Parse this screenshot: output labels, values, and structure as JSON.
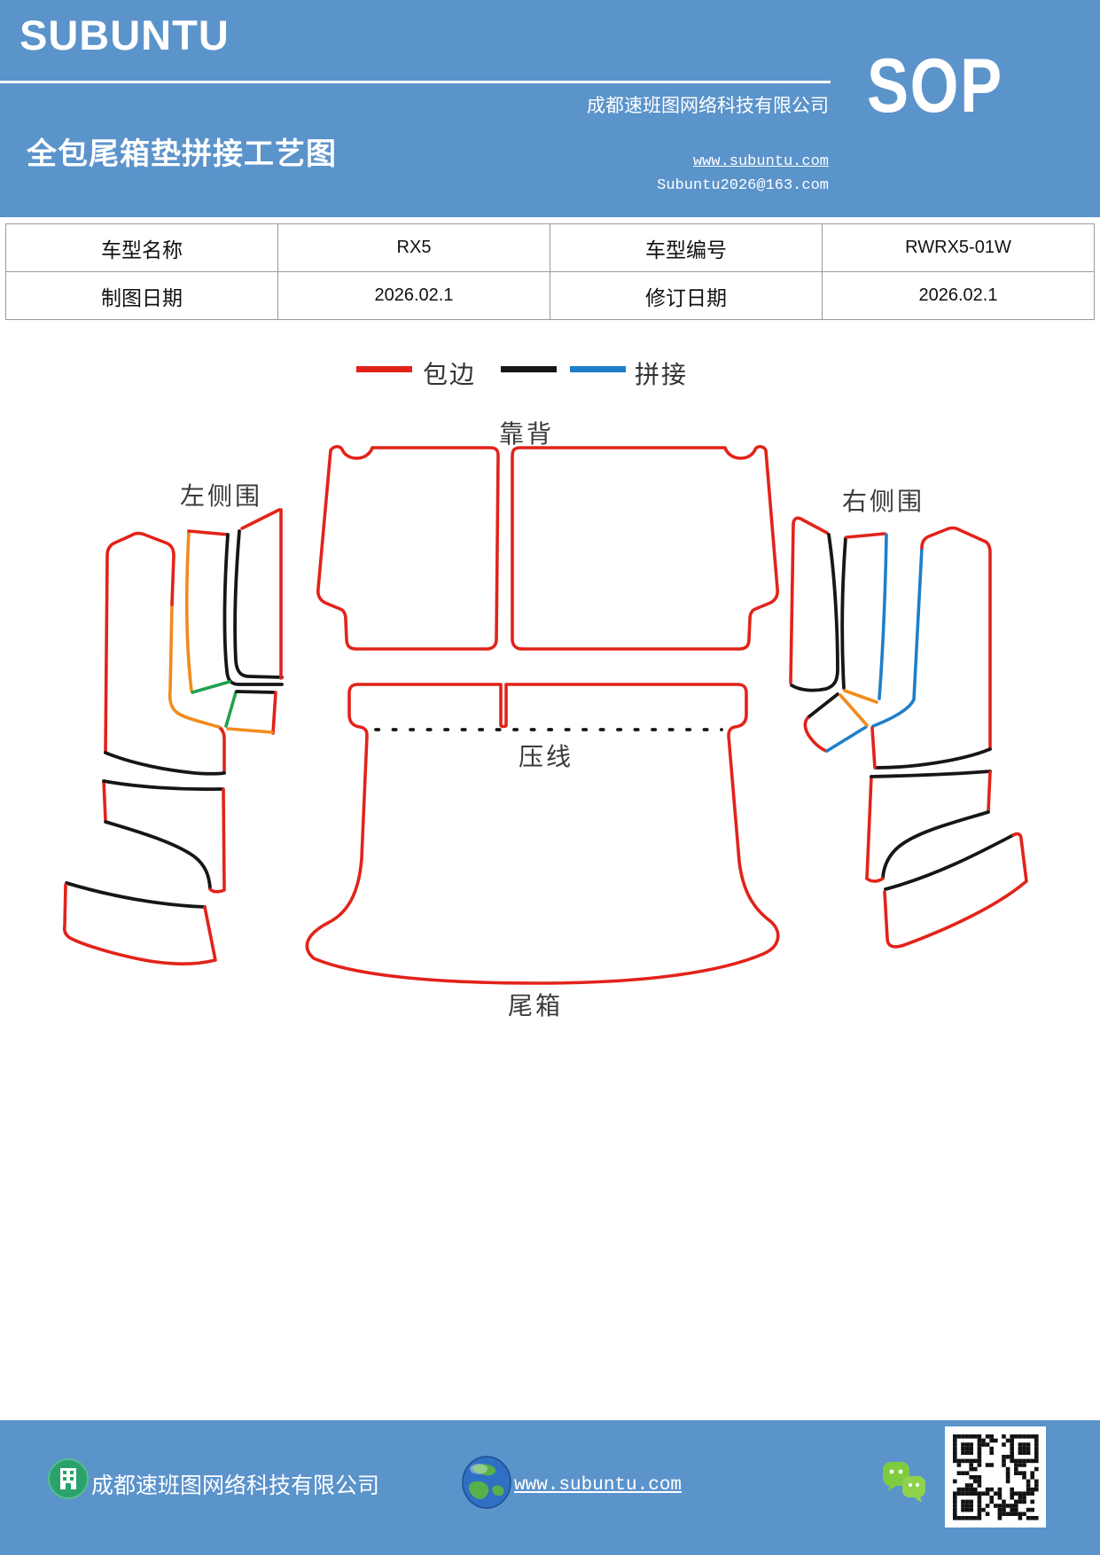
{
  "header": {
    "brand": "SUBUNTU",
    "doc_title": "全包尾箱垫拼接工艺图",
    "company": "成都速班图网络科技有限公司",
    "badge": "SOP",
    "website": "www.subuntu.com",
    "email": "Subuntu2026@163.com"
  },
  "info_table": {
    "rows": [
      [
        "车型名称",
        "RX5",
        "车型编号",
        "RWRX5-01W"
      ],
      [
        "制图日期",
        "2026.02.1",
        "修订日期",
        "2026.02.1"
      ]
    ]
  },
  "legend": {
    "items": [
      {
        "label": "包边",
        "colors": [
          "#E2231A"
        ]
      },
      {
        "label": "拼接",
        "colors": [
          "#161616",
          "#1E7FC9"
        ]
      }
    ]
  },
  "diagram": {
    "labels": {
      "backrest": "靠背",
      "left_side": "左侧围",
      "right_side": "右侧围",
      "press_line": "压线",
      "trunk": "尾箱"
    },
    "line_colors": {
      "edge_wrap_red": "#E2231A",
      "splice_black": "#161616",
      "splice_blue": "#1E7FC9",
      "splice_orange": "#F28B1D",
      "splice_green": "#1FA14E"
    }
  },
  "footer": {
    "company": "成都速班图网络科技有限公司",
    "website": "www.subuntu.com"
  },
  "colors": {
    "theme_blue": "#5B93CB"
  }
}
